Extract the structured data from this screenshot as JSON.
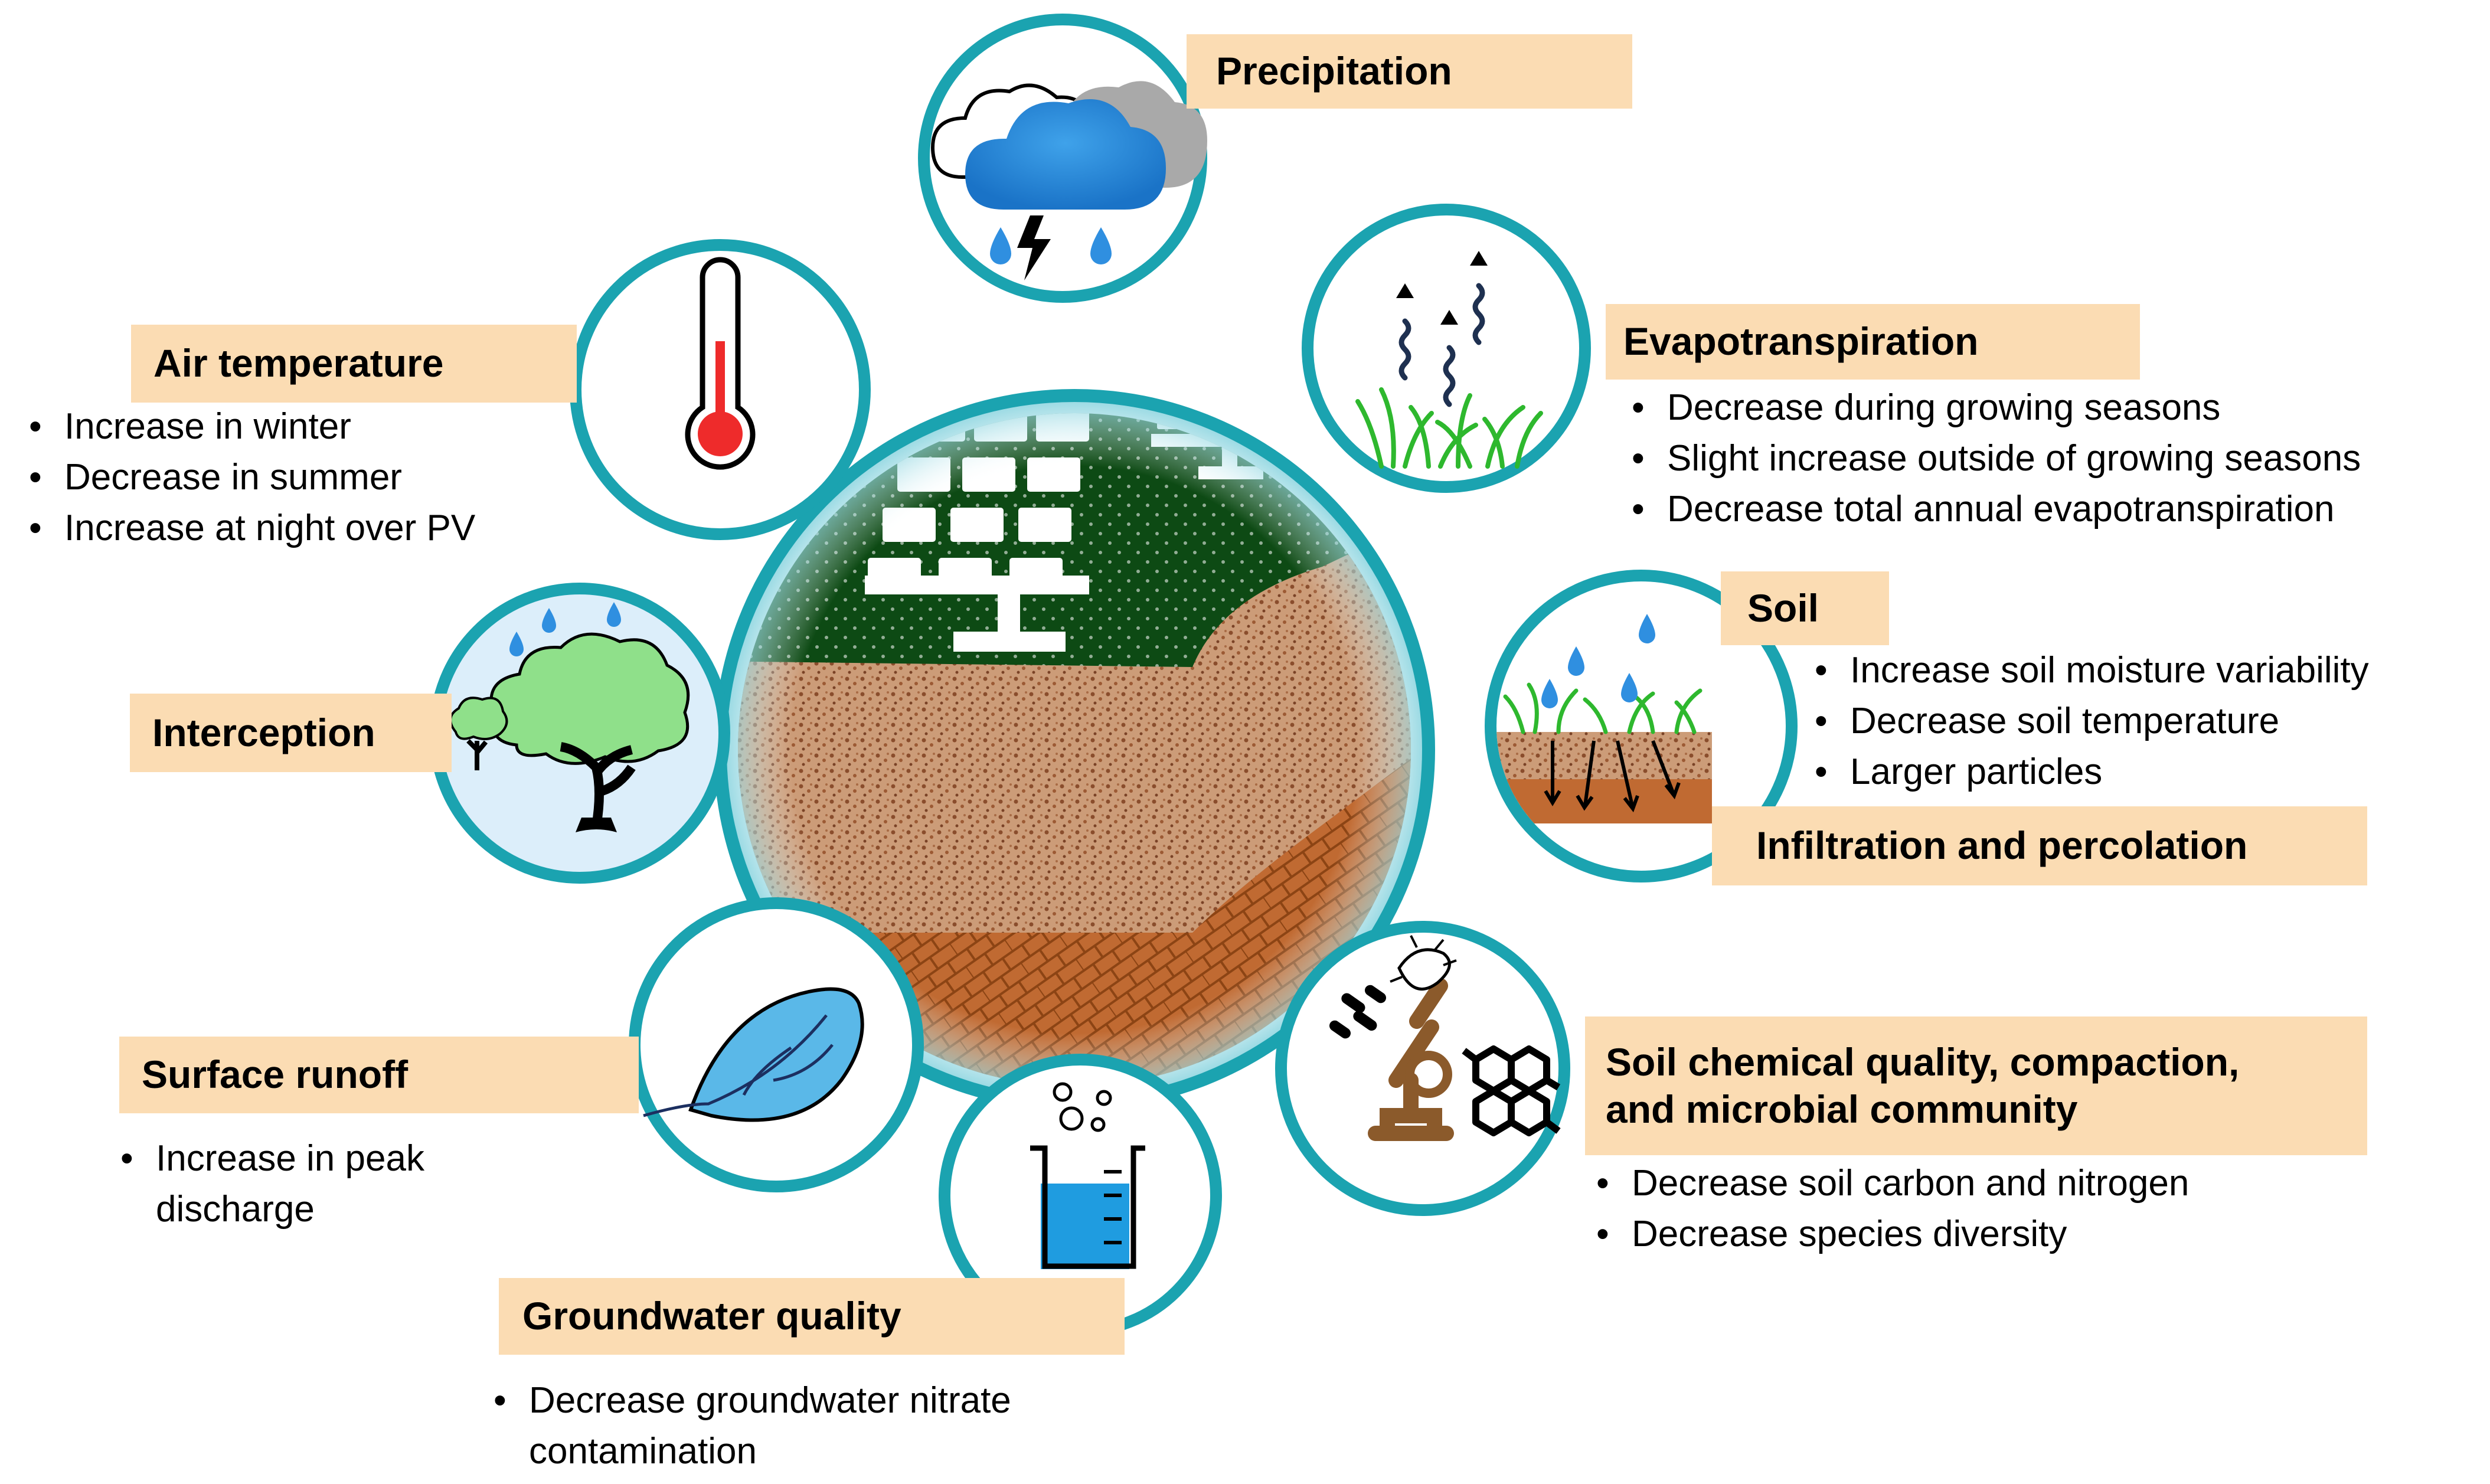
{
  "labels": {
    "precipitation": "Precipitation",
    "evapotranspiration": "Evapotranspiration",
    "soil": "Soil",
    "infiltration": "Infiltration  and percolation",
    "soil_chem_line1": "Soil chemical quality, compaction,",
    "soil_chem_line2": "and microbial community",
    "groundwater": "Groundwater quality",
    "surface_runoff": "Surface runoff",
    "interception": "Interception",
    "air_temperature": "Air temperature"
  },
  "bullets": {
    "air_temperature": [
      "Increase in  winter",
      "Decrease in summer",
      "Increase at night over PV"
    ],
    "evapotranspiration": [
      "Decrease during growing seasons",
      "Slight increase outside of growing seasons",
      "Decrease total annual evapotranspiration"
    ],
    "soil": [
      "Increase soil moisture variability",
      "Decrease soil temperature",
      "Larger particles"
    ],
    "soil_chem": [
      "Decrease soil carbon and nitrogen",
      "Decrease species diversity"
    ],
    "surface_runoff": [
      "Increase in peak discharge"
    ],
    "groundwater": [
      "Decrease groundwater nitrate contamination"
    ]
  },
  "icons": {
    "precipitation": "storm-cloud-icon",
    "evapotranspiration": "grass-vapor-icon",
    "soil": "soil-infiltration-icon",
    "soil_chem": "microscope-molecule-icon",
    "groundwater": "beaker-icon",
    "surface_runoff": "leaf-icon",
    "interception": "tree-icon",
    "air_temperature": "thermometer-icon"
  },
  "colors": {
    "ring": "#1ba3b0",
    "label_bg": "#fbdcb3",
    "vegetation": "#0d4a14",
    "soil": "#c79774",
    "subsoil": "#c06a32"
  }
}
